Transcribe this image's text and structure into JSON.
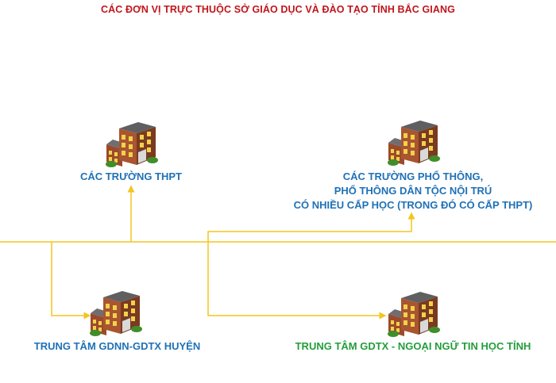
{
  "title": "CÁC ĐƠN VỊ TRỰC THUỘC SỞ GIÁO DỤC VÀ ĐÀO TẠO TỈNH BẮC GIANG",
  "colors": {
    "title": "#c0151b",
    "label_blue": "#1f71b6",
    "label_green": "#239d3b",
    "connector": "#f4c51f"
  },
  "units": {
    "thpt": {
      "icon": "school-building-icon",
      "label": "CÁC TRƯỜNG THPT"
    },
    "multi_level": {
      "icon": "school-building-icon",
      "lines": [
        "CÁC TRƯỜNG PHỔ THÔNG,",
        "PHỔ THÔNG DÂN TỘC NỘI TRÚ",
        "CÓ NHIỀU CẤP HỌC (TRONG ĐÓ CÓ CẤP THPT)"
      ]
    },
    "gdnn": {
      "icon": "school-building-icon",
      "label": "TRUNG TÂM GDNN-GDTX HUYỆN"
    },
    "gdtx": {
      "icon": "school-building-icon",
      "label": "TRUNG TÂM GDTX - NGOẠI NGỮ TIN HỌC TỈNH"
    }
  }
}
